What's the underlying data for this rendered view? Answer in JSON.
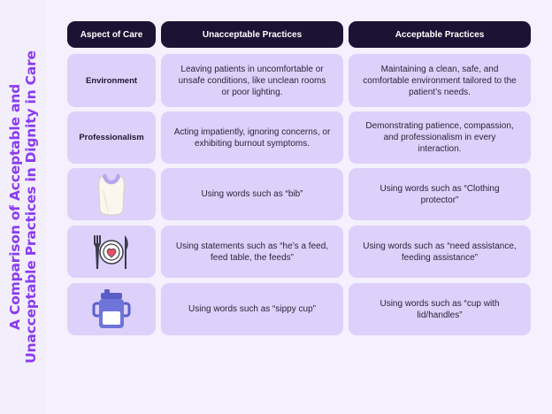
{
  "side_title": {
    "line1": "A Comparison of Acceptable and",
    "line2": "Unacceptable Practices in Dignity in Care"
  },
  "headers": {
    "aspect": "Aspect of Care",
    "unacceptable": "Unacceptable Practices",
    "acceptable": "Acceptable Practices"
  },
  "rows": [
    {
      "aspect": "Environment",
      "unacceptable": "Leaving patients in uncomfortable or unsafe conditions, like unclean rooms or poor lighting.",
      "acceptable": "Maintaining a clean, safe, and comfortable environment tailored to the patient’s needs."
    },
    {
      "aspect": "Professionalism",
      "unacceptable": "Acting impatiently, ignoring concerns, or exhibiting burnout symptoms.",
      "acceptable": "Demonstrating patience, compassion, and professionalism in every interaction."
    },
    {
      "aspect_icon": "bib-icon",
      "unacceptable": "Using words such as “bib”",
      "acceptable": "Using words such as “Clothing protector”"
    },
    {
      "aspect_icon": "plate-with-heart-icon",
      "unacceptable": "Using statements such as “he’s a feed, feed table, the feeds”",
      "acceptable": "Using words such as “need assistance, feeding assistance”"
    },
    {
      "aspect_icon": "sippy-cup-icon",
      "unacceptable": "Using words such as “sippy cup”",
      "acceptable": "Using words such as “cup with lid/handles”"
    }
  ],
  "colors": {
    "header_bg": "#1c1233",
    "cell_bg": "#ddd0fb",
    "title_purple": "#8a3cf0",
    "page_bg": "#f4f0fd"
  }
}
